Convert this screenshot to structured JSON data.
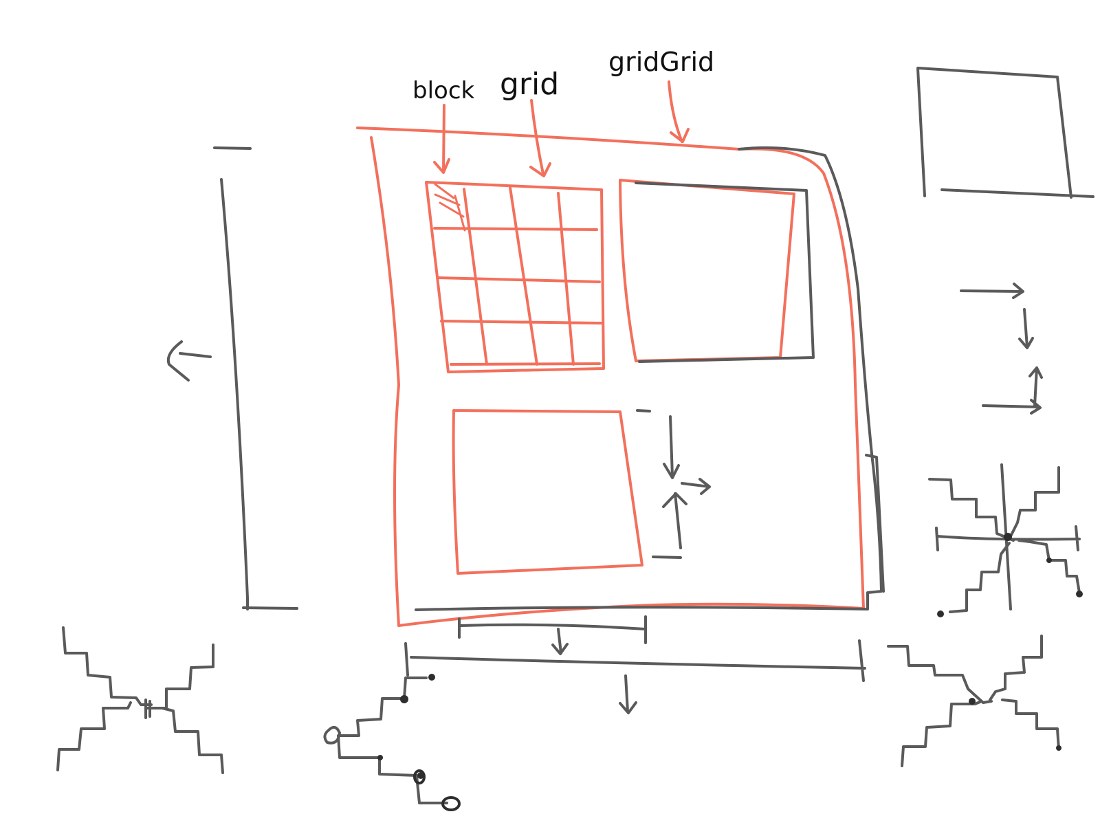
{
  "labels": {
    "block": "block",
    "grid": "grid",
    "gridgrid": "gridGrid"
  },
  "colors": {
    "sketch_red": "#f2705c",
    "sketch_gray": "#5a5a5a",
    "background": "#ffffff"
  }
}
